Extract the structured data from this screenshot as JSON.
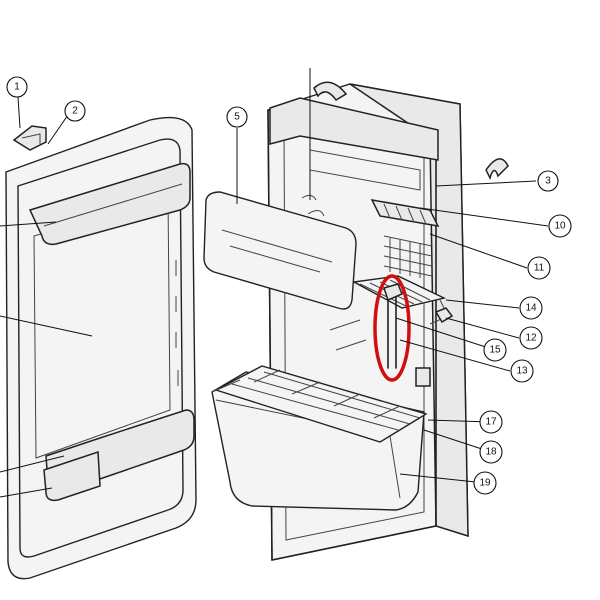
{
  "callouts": [
    {
      "id": "c1",
      "label": "1"
    },
    {
      "id": "c2",
      "label": "2"
    },
    {
      "id": "c3",
      "label": "3"
    },
    {
      "id": "c5",
      "label": "5"
    },
    {
      "id": "c10",
      "label": "10"
    },
    {
      "id": "c11",
      "label": "11"
    },
    {
      "id": "c12",
      "label": "12"
    },
    {
      "id": "c13",
      "label": "13"
    },
    {
      "id": "c14",
      "label": "14"
    },
    {
      "id": "c15",
      "label": "15"
    },
    {
      "id": "c17",
      "label": "17"
    },
    {
      "id": "c18",
      "label": "18"
    },
    {
      "id": "c19",
      "label": "19"
    }
  ],
  "highlight": {
    "color": "#d01010",
    "target_part": "15"
  }
}
